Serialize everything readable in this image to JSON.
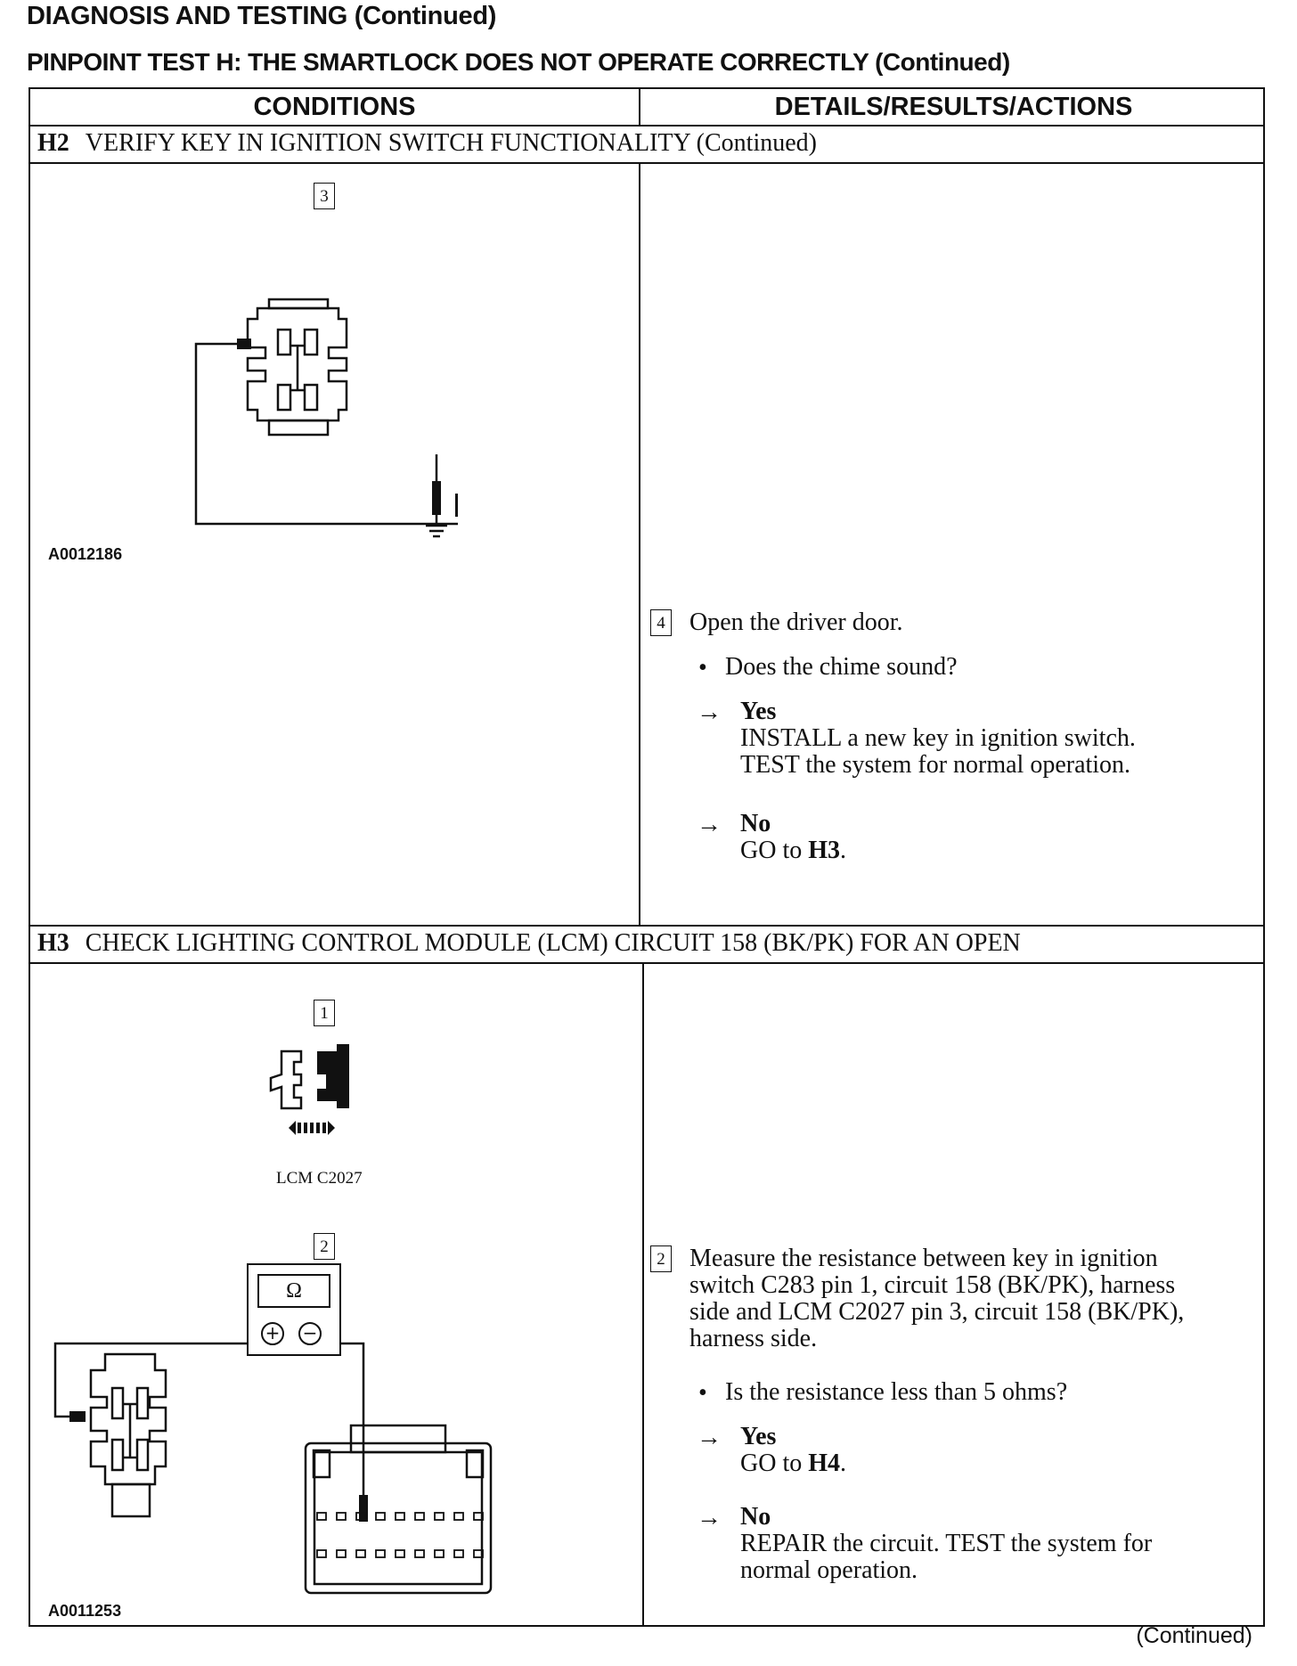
{
  "header": {
    "section_title": "DIAGNOSIS AND TESTING (Continued)",
    "test_title": "PINPOINT TEST H:  THE SMARTLOCK DOES NOT OPERATE CORRECTLY (Continued)"
  },
  "table": {
    "col_conditions": "CONDITIONS",
    "col_details": "DETAILS/RESULTS/ACTIONS",
    "steps": [
      {
        "id": "H2",
        "title": "VERIFY KEY IN IGNITION SWITCH FUNCTIONALITY (Continued)",
        "figure": {
          "step_box": "3",
          "figure_id": "A0012186"
        },
        "action": {
          "number": "4",
          "instruction": "Open the driver door.",
          "question": "Does the chime sound?",
          "yes_label": "Yes",
          "yes_line1": "INSTALL a new key in ignition switch.",
          "yes_line2": "TEST the system for normal operation.",
          "no_label": "No",
          "no_text": "GO to ",
          "no_bold": "H3",
          "no_end": "."
        }
      },
      {
        "id": "H3",
        "title": "CHECK LIGHTING CONTROL MODULE (LCM) CIRCUIT 158 (BK/PK) FOR AN OPEN",
        "figure": {
          "step_box_1": "1",
          "connector_label": "LCM C2027",
          "step_box_2": "2",
          "meter_symbol": "Ω",
          "figure_id": "A0011253"
        },
        "action": {
          "number": "2",
          "instruction_l1": "Measure the resistance between key in ignition",
          "instruction_l2": "switch C283 pin 1, circuit 158 (BK/PK), harness",
          "instruction_l3": "side and LCM C2027 pin 3, circuit 158 (BK/PK),",
          "instruction_l4": "harness side.",
          "question": "Is the resistance less than 5 ohms?",
          "yes_label": "Yes",
          "yes_text": "GO to ",
          "yes_bold": "H4",
          "yes_end": ".",
          "no_label": "No",
          "no_line1": "REPAIR the circuit. TEST the system for",
          "no_line2": "normal operation."
        }
      }
    ]
  },
  "footer": {
    "continued": "(Continued)"
  }
}
